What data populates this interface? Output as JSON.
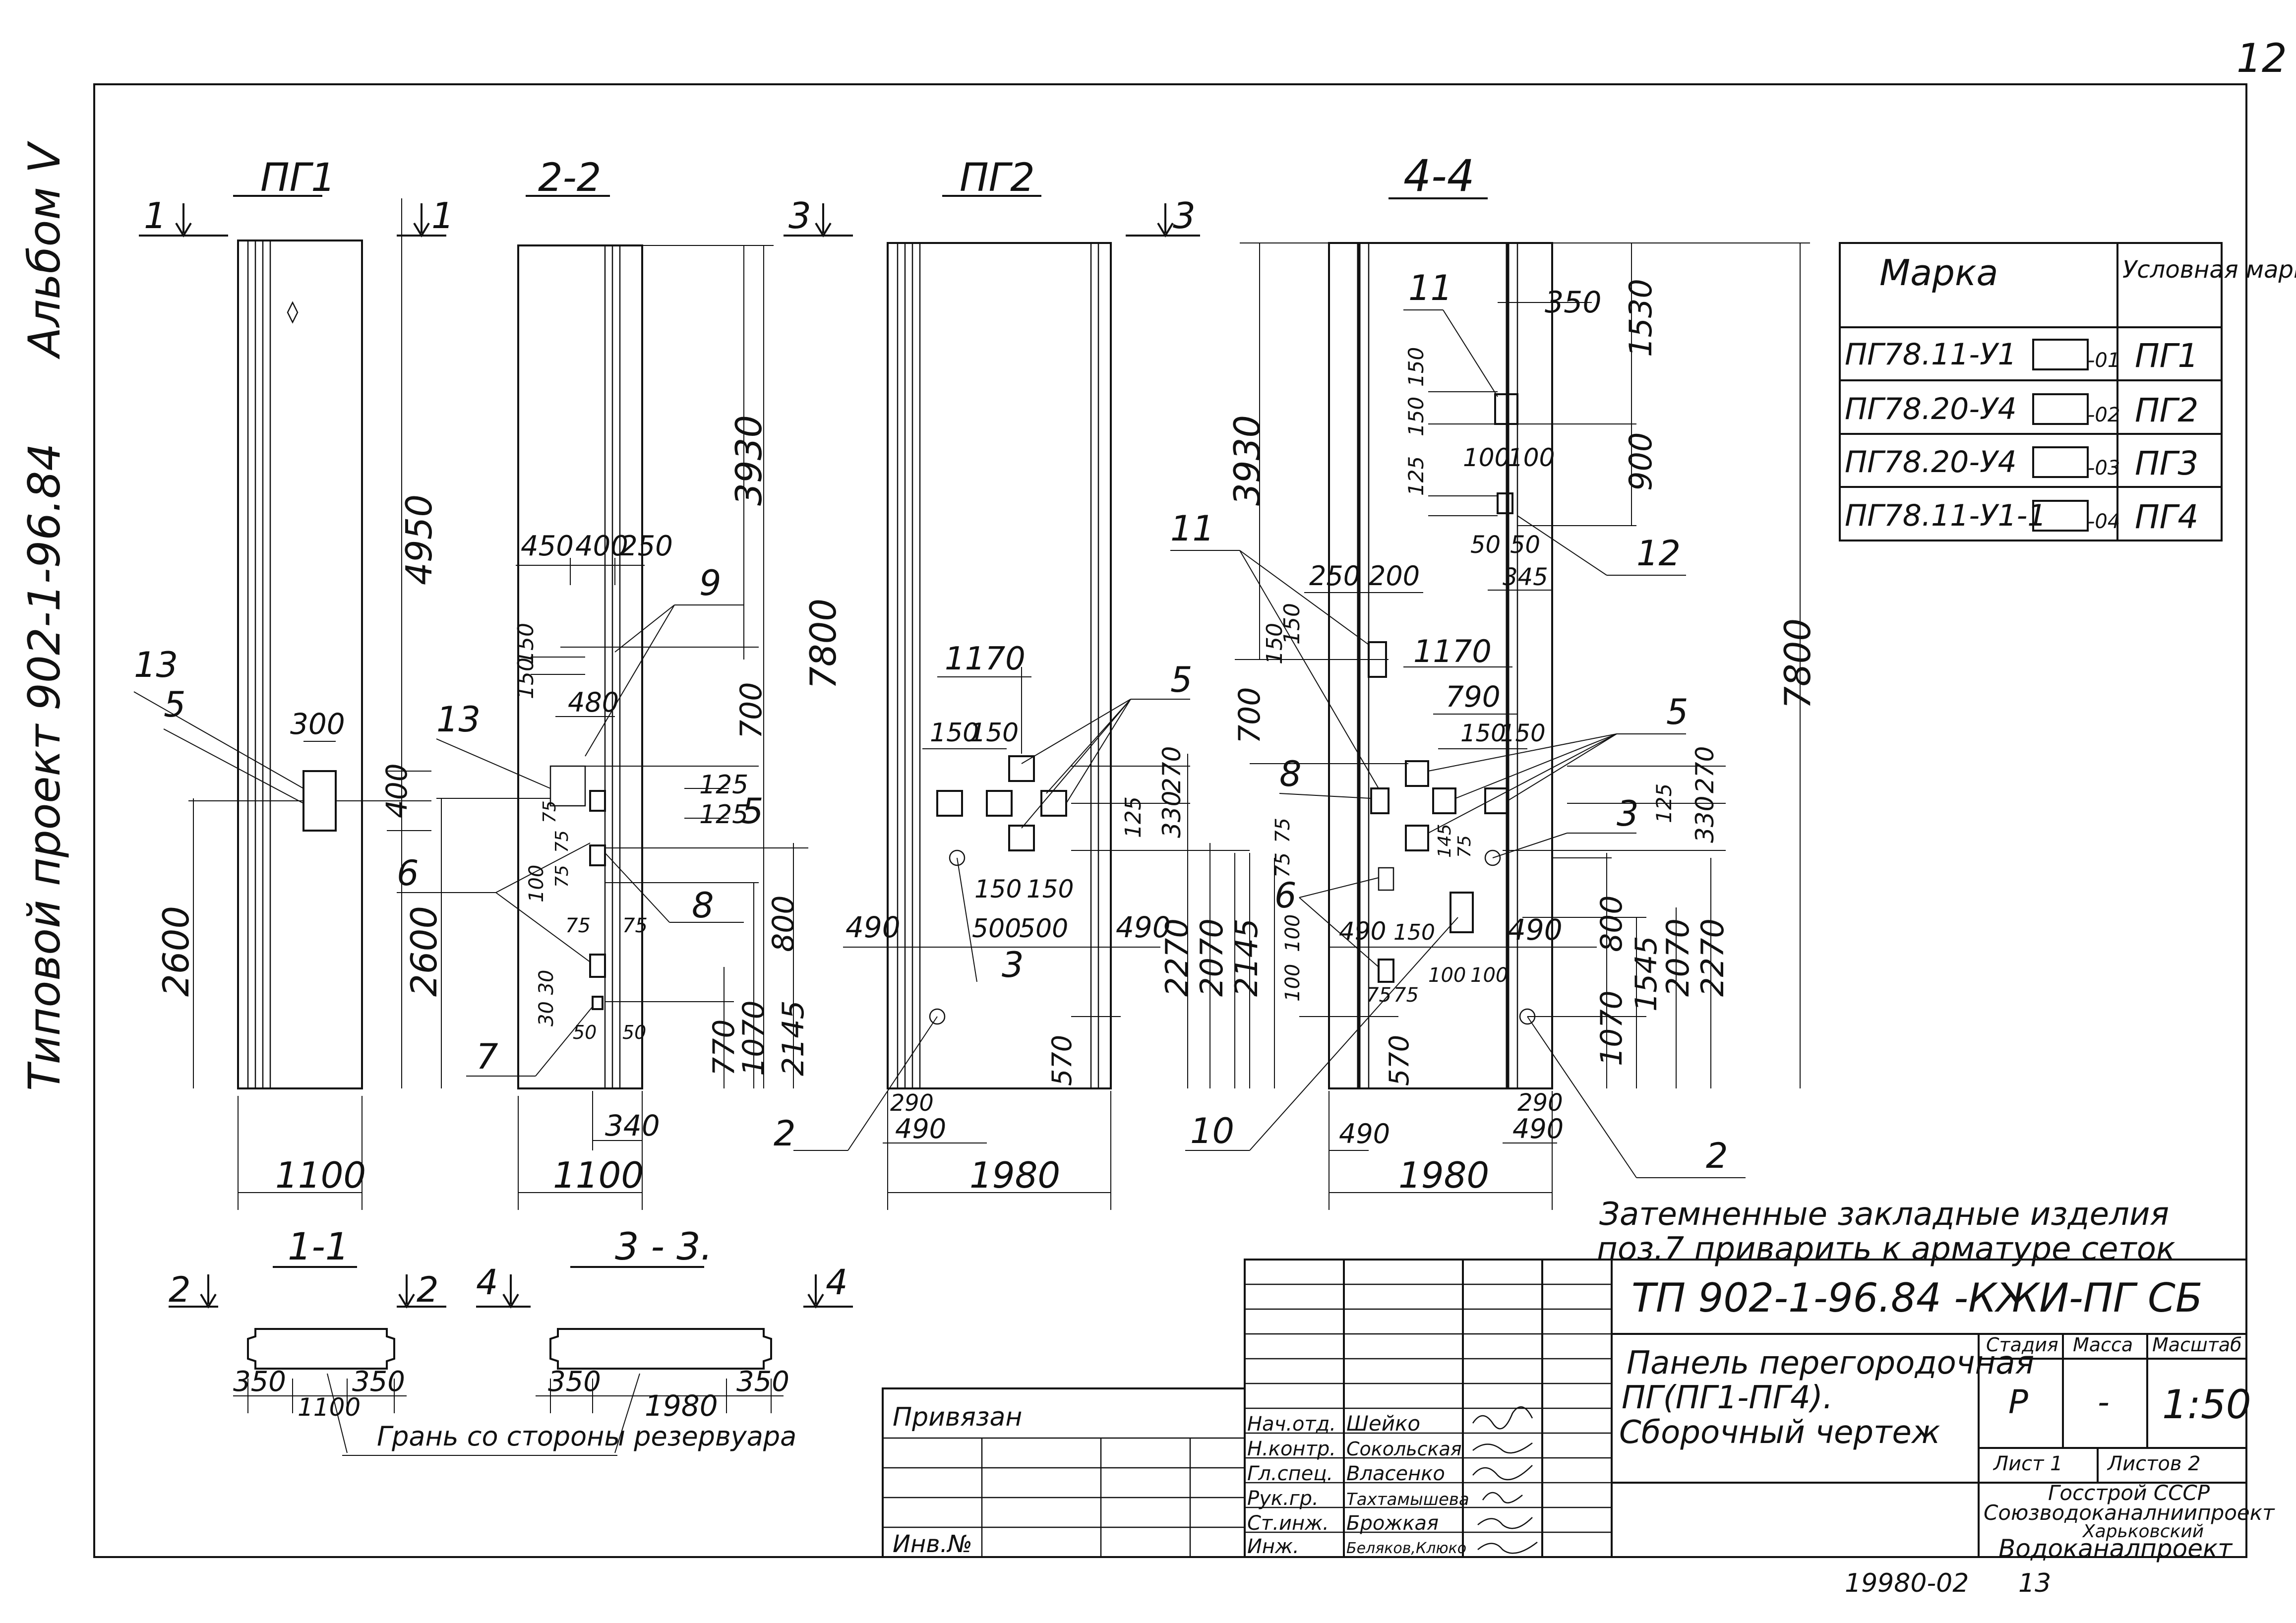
{
  "sheet_number": "12",
  "side": {
    "album": "Альбом V",
    "project": "Типовой проект 902-1-96.84"
  },
  "views": {
    "pg1": {
      "title": "ПГ1",
      "cut_left": "1",
      "cut_right": "1",
      "dims": {
        "height_upper": "4950",
        "height_lower": "2600",
        "width": "1100",
        "emb_w": "300",
        "emb_h": "400"
      },
      "leaders": [
        "13",
        "5"
      ]
    },
    "s22": {
      "title": "2-2",
      "dims": {
        "top_offsets": [
          "450",
          "400",
          "250"
        ],
        "height_top": "3930",
        "total": "7800",
        "height_lower": "2600",
        "width": "1100",
        "d700": "700",
        "d480": "480",
        "d150a": "150",
        "d150b": "150",
        "d125a": "125",
        "d125b": "125",
        "d800": "800",
        "d770": "770",
        "d1070": "1070",
        "d2145": "2145",
        "d340": "340",
        "d100": "100",
        "d75a": "75",
        "d75b": "75",
        "d75c": "75",
        "d75d": "75",
        "d75e": "75",
        "d3030": "30 30",
        "d50a": "50",
        "d50b": "50"
      },
      "leaders": [
        "9",
        "13",
        "5",
        "6",
        "8",
        "7"
      ]
    },
    "pg2": {
      "title": "ПГ2",
      "cut_left": "3",
      "cut_right": "3",
      "dims": {
        "d1170": "1170",
        "d150a": "150",
        "d150b": "150",
        "d490l": "490",
        "d490r": "490",
        "d500a": "500",
        "d500b": "500",
        "d150c": "150",
        "d150d": "150",
        "d125": "125",
        "d270": "270",
        "d330": "330",
        "d2270": "2270",
        "d2070": "2070",
        "d2145": "2145",
        "d570": "570",
        "d290": "290",
        "d490b": "490",
        "width": "1980"
      },
      "leaders": [
        "5",
        "3",
        "2"
      ]
    },
    "s44": {
      "title": "4-4",
      "dims": {
        "d350": "350",
        "d1530": "1530",
        "d900": "900",
        "d3930": "3930",
        "d7800": "7800",
        "d150a": "150",
        "d150b": "150",
        "d125": "125",
        "d100a": "100",
        "d100b": "100",
        "d50a": "50",
        "d50b": "50",
        "d345": "345",
        "d250": "250",
        "d200": "200",
        "d150c": "150",
        "d150d": "150",
        "d700": "700",
        "d1170": "1170",
        "d790": "790",
        "d150e": "150",
        "d150f": "150",
        "d125b": "125",
        "d270": "270",
        "d330": "330",
        "d75a": "75",
        "d75b": "75",
        "d100c": "100",
        "d150g": "150",
        "d100d": "100",
        "d490a": "490",
        "d490b": "490",
        "d800": "800",
        "d1545": "1545",
        "d2070": "2070",
        "d2270": "2270",
        "d1070": "1070",
        "d570": "570",
        "d290": "290",
        "d490c": "490",
        "d490d": "490",
        "width": "1980",
        "d100e": "100",
        "d100f": "100",
        "d75c": "75",
        "d75d": "75",
        "d145": "145",
        "d75e": "75"
      },
      "leaders": [
        "11",
        "12",
        "11",
        "8",
        "6",
        "10",
        "5",
        "3",
        "2"
      ]
    },
    "s11": {
      "title": "1-1",
      "cut_left": "2",
      "cut_right": "2",
      "dims": {
        "left": "350",
        "mid": "1100",
        "right": "350"
      }
    },
    "s33": {
      "title": "3 - 3.",
      "cut_left": "4",
      "cut_right": "4",
      "dims": {
        "left": "350",
        "mid": "1980",
        "right": "350"
      }
    },
    "face_note": "Грань со стороны резервуара"
  },
  "mark_table": {
    "headers": [
      "Марка",
      "Условная марка"
    ],
    "rows": [
      {
        "mark": "ПГ78.11-У1",
        "code": "-01",
        "cond": "ПГ1"
      },
      {
        "mark": "ПГ78.20-У4",
        "code": "-02",
        "cond": "ПГ2"
      },
      {
        "mark": "ПГ78.20-У4",
        "code": "-03",
        "cond": "ПГ3"
      },
      {
        "mark": "ПГ78.11-У1-1",
        "code": "-04",
        "cond": "ПГ4"
      }
    ]
  },
  "note": [
    "Затемненные закладные изделия",
    "поз.7 приварить к арматуре сеток"
  ],
  "title_block": {
    "doc_code": "ТП 902-1-96.84 -КЖИ-ПГ СБ",
    "name": [
      "Панель перегородочная",
      "ПГ(ПГ1-ПГ4).",
      "Сборочный чертеж"
    ],
    "stage_header": "Стадия",
    "mass_header": "Масса",
    "scale_header": "Масштаб",
    "stage": "Р",
    "mass": "-",
    "scale": "1:50",
    "sheet_label": "Лист 1",
    "sheets_label": "Листов 2",
    "org": [
      "Госстрой СССР",
      "Союзводоканалниипроект",
      "Харьковский",
      "Водоканалпроект"
    ],
    "privyazan": "Привязан",
    "inv": "Инв.№",
    "staff": [
      {
        "role": "Нач.отд.",
        "name": "Шейко"
      },
      {
        "role": "Н.контр.",
        "name": "Сокольская"
      },
      {
        "role": "Гл.спец.",
        "name": "Власенко"
      },
      {
        "role": "Рук.гр.",
        "name": "Тахтамышева"
      },
      {
        "role": "Ст.инж.",
        "name": "Брожкая"
      },
      {
        "role": "Инж.",
        "name": "Беляков,Клюко"
      }
    ]
  },
  "footer": {
    "number": "19980-02",
    "page": "13"
  }
}
